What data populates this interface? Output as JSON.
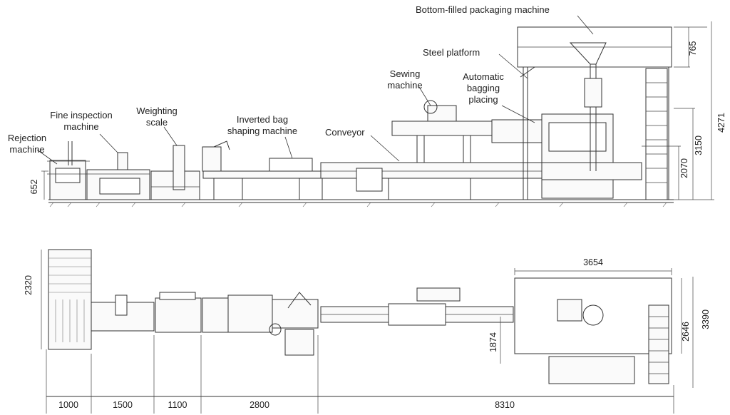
{
  "labels": {
    "bottom_filled": "Bottom-filled packaging machine",
    "steel_platform": "Steel platform",
    "sewing_1": "Sewing",
    "sewing_2": "machine",
    "auto_1": "Automatic",
    "auto_2": "bagging",
    "auto_3": "placing",
    "fine_1": "Fine inspection",
    "fine_2": "machine",
    "weight_1": "Weighting",
    "weight_2": "scale",
    "inverted_1": "Inverted bag",
    "inverted_2": "shaping machine",
    "conveyor": "Conveyor",
    "rejection_1": "Rejection",
    "rejection_2": "machine"
  },
  "dimensions": {
    "side": {
      "d652": "652",
      "d765": "765",
      "d3150": "3150",
      "d2070": "2070",
      "d4271": "4271"
    },
    "plan": {
      "d2320": "2320",
      "d3654": "3654",
      "d1874": "1874",
      "d2646": "2646",
      "d3390": "3390"
    },
    "bottom": {
      "d1000": "1000",
      "d1500": "1500",
      "d1100": "1100",
      "d2800": "2800",
      "d8310": "8310"
    }
  }
}
